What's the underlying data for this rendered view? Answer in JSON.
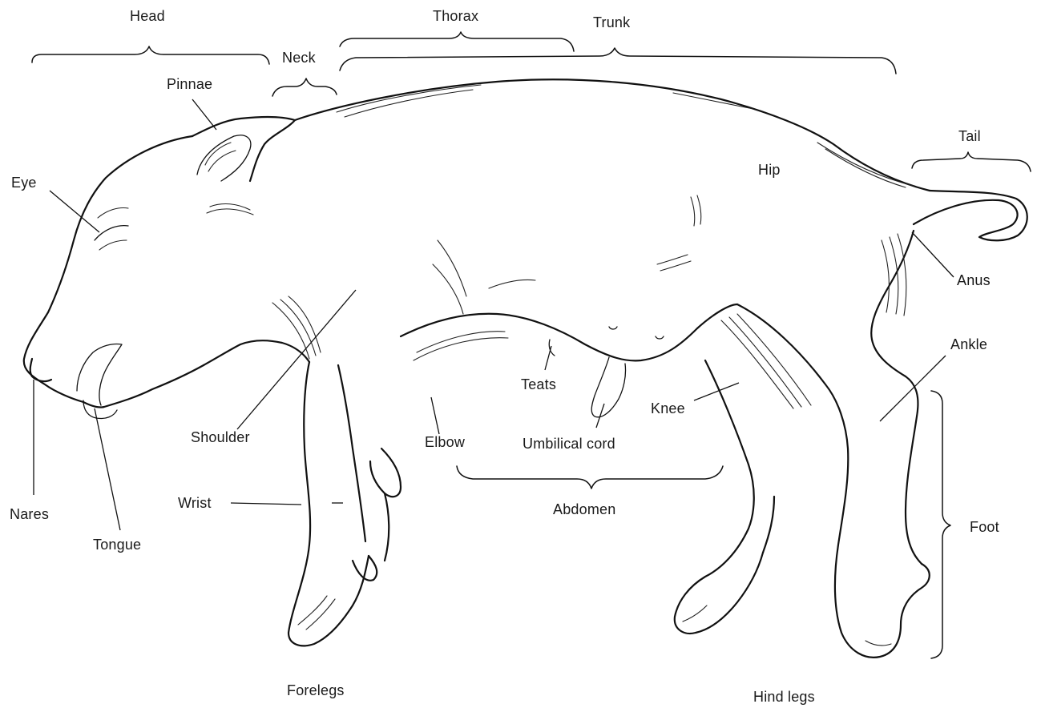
{
  "labels": {
    "head": "Head",
    "neck": "Neck",
    "thorax": "Thorax",
    "trunk": "Trunk",
    "pinnae": "Pinnae",
    "eye": "Eye",
    "hip": "Hip",
    "tail": "Tail",
    "anus": "Anus",
    "ankle": "Ankle",
    "teats": "Teats",
    "knee": "Knee",
    "shoulder": "Shoulder",
    "elbow": "Elbow",
    "umbilical_cord": "Umbilical cord",
    "wrist": "Wrist",
    "abdomen": "Abdomen",
    "foot": "Foot",
    "nares": "Nares",
    "tongue": "Tongue",
    "forelegs": "Forelegs",
    "hind_legs": "Hind legs"
  }
}
